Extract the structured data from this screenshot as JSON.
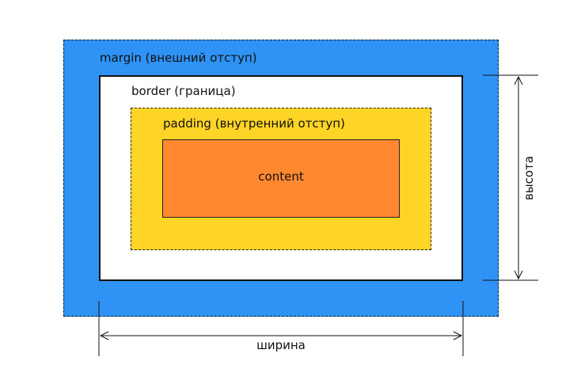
{
  "labels": {
    "margin": "margin (внешний отступ)",
    "border": "border (граница)",
    "padding": "padding (внутренний отступ)",
    "content": "content",
    "width": "ширина",
    "height": "высота"
  },
  "colors": {
    "margin": "#2f93f5",
    "border": "#ffffff",
    "padding": "#fed426",
    "content": "#ff8831",
    "line": "#111111"
  }
}
